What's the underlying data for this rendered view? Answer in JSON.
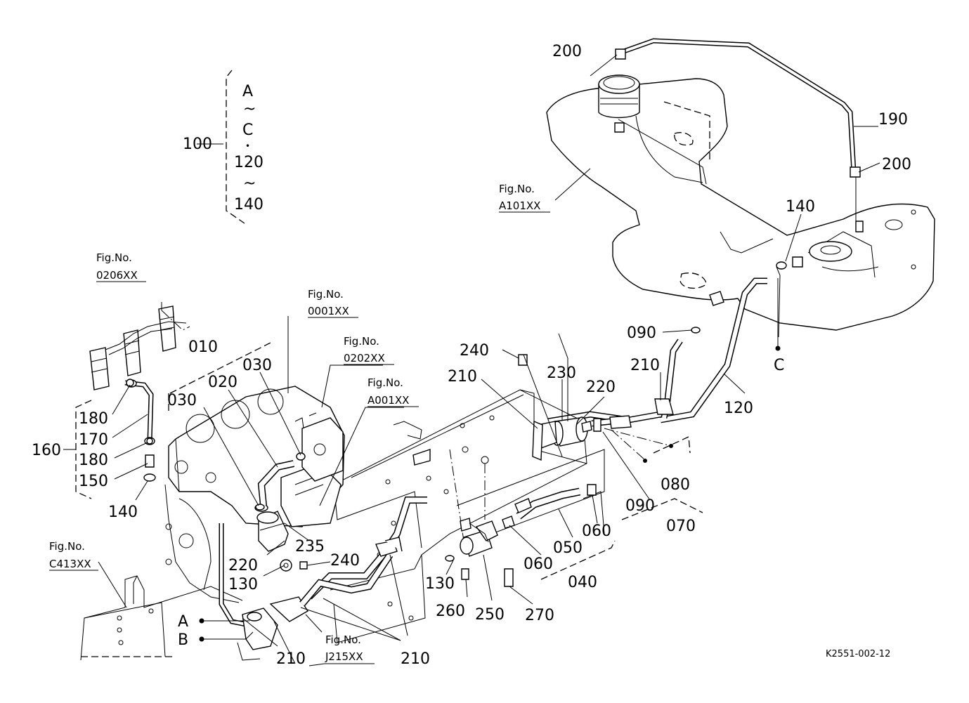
{
  "parts": {
    "p010": "010",
    "p020": "020",
    "p030a": "030",
    "p030b": "030",
    "p040": "040",
    "p050": "050",
    "p060a": "060",
    "p060b": "060",
    "p070": "070",
    "p080": "080",
    "p090a": "090",
    "p090b": "090",
    "p100": "100",
    "p120": "120",
    "p130a": "130",
    "p130b": "130",
    "p140a": "140",
    "p140b": "140",
    "p150": "150",
    "p160": "160",
    "p170": "170",
    "p180a": "180",
    "p180b": "180",
    "p190": "190",
    "p200a": "200",
    "p200b": "200",
    "p210a": "210",
    "p210b": "210",
    "p210c": "210",
    "p210d": "210",
    "p220a": "220",
    "p220b": "220",
    "p230": "230",
    "p235": "235",
    "p240a": "240",
    "p240b": "240",
    "p250": "250",
    "p260": "260",
    "p270": "270"
  },
  "range_group": {
    "a": "A",
    "tilde1": "~",
    "c": "C",
    "dot": "•",
    "r120": "120",
    "tilde2": "~",
    "r140": "140"
  },
  "letters": {
    "A": "A",
    "B": "B",
    "C": "C"
  },
  "fig_refs": {
    "f0206": {
      "label": "Fig.No.",
      "code": "0206XX"
    },
    "f0001": {
      "label": "Fig.No.",
      "code": "0001XX"
    },
    "f0202": {
      "label": "Fig.No.",
      "code": "0202XX"
    },
    "fA001": {
      "label": "Fig.No.",
      "code": "A001XX"
    },
    "fA101": {
      "label": "Fig.No.",
      "code": "A101XX"
    },
    "fC413": {
      "label": "Fig.No.",
      "code": "C413XX"
    },
    "fJ215": {
      "label": "Fig.No.",
      "code": "J215XX"
    }
  },
  "drawing_id": "K2551-002-12"
}
